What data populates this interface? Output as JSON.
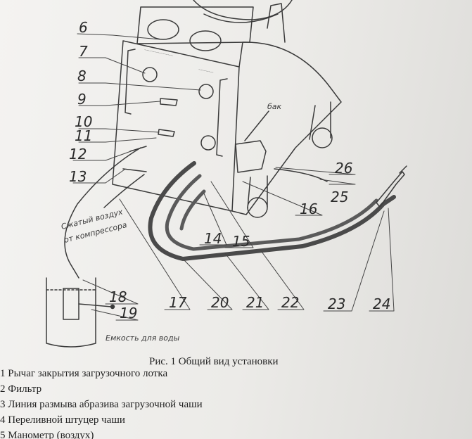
{
  "figure": {
    "callouts": [
      "6",
      "7",
      "8",
      "9",
      "10",
      "11",
      "12",
      "13",
      "14",
      "15",
      "16",
      "17",
      "18",
      "19",
      "20",
      "21",
      "22",
      "23",
      "24",
      "25",
      "26"
    ],
    "handwritten": {
      "tank": "бак",
      "air": "Сжатый воздух",
      "air2": "от компрессора",
      "water_tank": "Емкость для воды"
    }
  },
  "caption": "Рис. 1 Общий вид установки",
  "legend": [
    "1 Рычаг закрытия загрузочного лотка",
    "2 Фильтр",
    "3 Линия размыва абразива загрузочной чаши",
    "4 Переливной штуцер чаши",
    "5 Манометр (воздух)"
  ]
}
